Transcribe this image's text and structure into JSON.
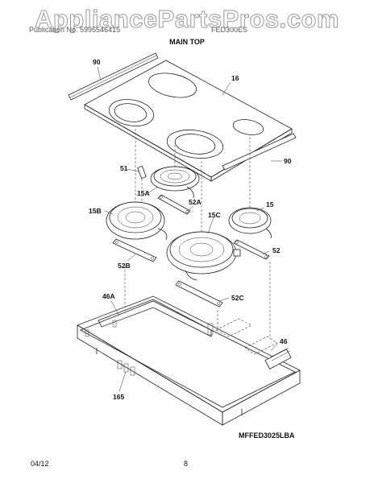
{
  "watermark": "AppliancePartsPros.com",
  "header": {
    "left": "Publication No. 5995546415",
    "right": "FED300ES"
  },
  "section_title": "MAIN TOP",
  "callouts": {
    "c90a": "90",
    "c16": "16",
    "c51": "51",
    "c90b": "90",
    "c15a": "15A",
    "c52a": "52A",
    "c15b": "15B",
    "c15c": "15C",
    "c15": "15",
    "c52": "52",
    "c52b": "52B",
    "c52c": "52C",
    "c46a": "46A",
    "c46": "46",
    "c165": "165"
  },
  "model_code": "MFFED3025LBA",
  "footer": {
    "date": "04/12",
    "page": "8"
  }
}
